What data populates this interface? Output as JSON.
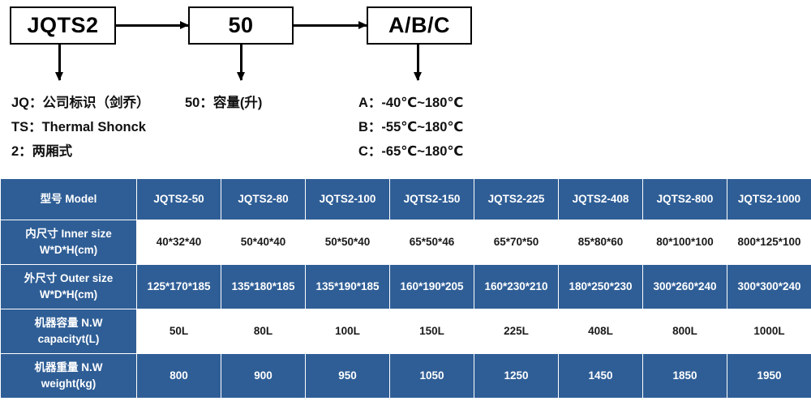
{
  "naming_diagram": {
    "boxes": [
      {
        "name": "prefix-box",
        "text": "JQTS2"
      },
      {
        "name": "capacity-box",
        "text": "50"
      },
      {
        "name": "temp-box",
        "text": "A/B/C"
      }
    ],
    "legend_columns": [
      {
        "lines": [
          "JQ：公司标识（剑乔）",
          "TS：Thermal Shonck",
          "2：两厢式"
        ]
      },
      {
        "lines": [
          "50：容量(升)"
        ]
      },
      {
        "lines": [
          "A：-40℃~180℃",
          "B：-55℃~180℃",
          "C：-65℃~180℃"
        ]
      }
    ]
  },
  "spec_table": {
    "header": {
      "label": "型号 Model",
      "models": [
        "JQTS2-50",
        "JQTS2-80",
        "JQTS2-100",
        "JQTS2-150",
        "JQTS2-225",
        "JQTS2-408",
        "JQTS2-800",
        "JQTS2-1000"
      ]
    },
    "rows": [
      {
        "label_line1": "内尺寸 Inner size",
        "label_line2": "W*D*H(cm)",
        "style": "white",
        "values": [
          "40*32*40",
          "50*40*40",
          "50*50*40",
          "65*50*46",
          "65*70*50",
          "85*80*60",
          "80*100*100",
          "800*125*100"
        ]
      },
      {
        "label_line1": "外尺寸 Outer size",
        "label_line2": "W*D*H(cm)",
        "style": "blue",
        "values": [
          "125*170*185",
          "135*180*185",
          "135*190*185",
          "160*190*205",
          "160*230*210",
          "180*250*230",
          "300*260*240",
          "300*300*240"
        ]
      },
      {
        "label_line1": "机器容量 N.W",
        "label_line2": "capacityt(L)",
        "style": "white",
        "values": [
          "50L",
          "80L",
          "100L",
          "150L",
          "225L",
          "408L",
          "800L",
          "1000L"
        ]
      },
      {
        "label_line1": "机器重量 N.W",
        "label_line2": "weight(kg)",
        "style": "blue",
        "values": [
          "800",
          "900",
          "950",
          "1050",
          "1250",
          "1450",
          "1850",
          "1950"
        ]
      }
    ]
  },
  "colors": {
    "header_blue": "#2F5E96",
    "cell_blue": "#2F5E96",
    "cell_white": "#FFFFFF",
    "text_dark": "#1A1A1A",
    "text_light": "#FFFFFF",
    "diagram_line": "#000000"
  }
}
